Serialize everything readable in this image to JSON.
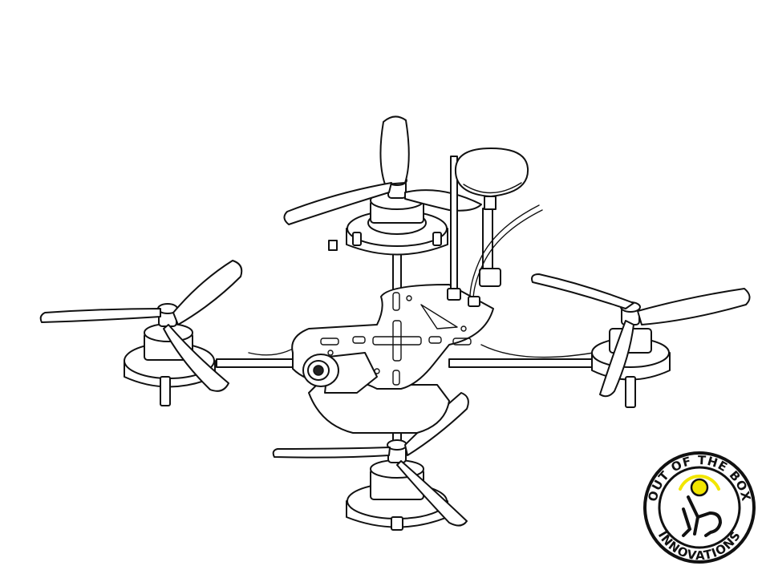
{
  "illustration": {
    "subject": "quadcopter-line-drawing"
  },
  "logo": {
    "top_text": "OUT OF THE BOX",
    "bottom_text": "INNOVATIONS",
    "accent_color": "#f2e600",
    "ring_color": "#111111"
  },
  "colors": {
    "background": "#ffffff",
    "line": "#111111"
  }
}
